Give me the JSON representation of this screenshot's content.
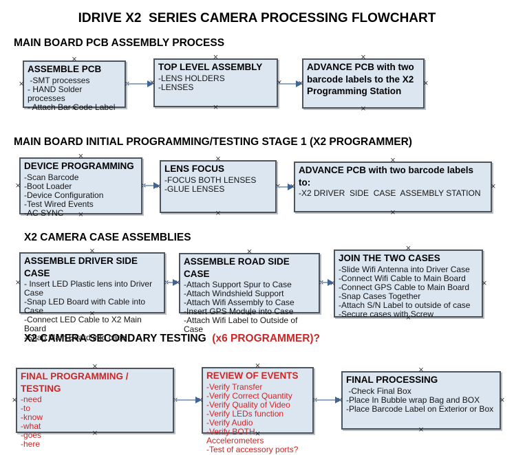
{
  "title": "IDRIVE X2  SERIES CAMERA PROCESSING FLOWCHART",
  "colors": {
    "box_fill": "#dce6f1",
    "box_border": "#4e545c",
    "accent_red": "#cc2626",
    "arrow_line": "#8fa8c8",
    "arrow_head": "#3f6496",
    "text": "#000000"
  },
  "icons": {
    "connector_handle": "×",
    "arrow_head": "▶"
  },
  "sections": [
    {
      "heading": "MAIN BOARD PCB ASSEMBLY PROCESS",
      "heading_red": "",
      "boxes": [
        {
          "title": "ASSEMBLE PCB",
          "items": [
            " -SMT processes",
            "- HAND Solder processes",
            "- Attach Bar Code Label"
          ]
        },
        {
          "title": "TOP LEVEL ASSEMBLY",
          "items": [
            "-LENS HOLDERS",
            "-LENSES"
          ]
        },
        {
          "title": "ADVANCE PCB with two barcode labels to the X2 Programming Station",
          "items": []
        }
      ]
    },
    {
      "heading": "MAIN BOARD INITIAL PROGRAMMING/TESTING STAGE 1 (X2 PROGRAMMER)",
      "heading_red": "",
      "boxes": [
        {
          "title": "DEVICE PROGRAMMING",
          "items": [
            "-Scan Barcode",
            "-Boot Loader",
            "-Device Configuration",
            "-Test Wired Events",
            "-AC SYNC"
          ]
        },
        {
          "title": "LENS FOCUS",
          "items": [
            "-FOCUS BOTH LENSES",
            "-GLUE LENSES"
          ]
        },
        {
          "title": "ADVANCE PCB with two barcode labels to:",
          "items": [
            "-X2 DRIVER  SIDE  CASE  ASSEMBLY STATION"
          ]
        }
      ]
    },
    {
      "heading": "X2 CAMERA CASE ASSEMBLIES",
      "heading_red": "",
      "boxes": [
        {
          "title": "ASSEMBLE DRIVER SIDE CASE",
          "items": [
            "- Insert LED Plastic lens into Driver Case",
            "-Snap LED Board with Cable into Case",
            "-Connect LED Cable to X2 Main Board",
            "-Snap Main Board into case"
          ]
        },
        {
          "title": "ASSEMBLE ROAD SIDE CASE",
          "items": [
            "-Attach Support Spur to Case",
            "-Attach Windshield Support",
            "-Attach Wifi Assembly to Case",
            "-Insert GPS Module into Case",
            "-Attach Wifi Label to Outside of Case"
          ]
        },
        {
          "title": "JOIN THE TWO CASES",
          "items": [
            "-Slide Wifi Antenna into Driver Case",
            "-Connect Wifi Cable to Main Board",
            "-Connect GPS Cable to Main Board",
            "-Snap Cases Together",
            "-Attach S/N Label to outside of case",
            "-Secure cases with Screw"
          ]
        }
      ]
    },
    {
      "heading": "X2 CAMERA SECONDARY TESTING  ",
      "heading_red": "(x6 PROGRAMMER)?",
      "boxes": [
        {
          "title": "FINAL PROGRAMMING / TESTING",
          "items": [
            "-need",
            "-to",
            "-know",
            "-what",
            "-goes",
            "-here"
          ]
        },
        {
          "title": "REVIEW OF EVENTS",
          "items": [
            "-Verify Transfer",
            "-Verify Correct Quantity",
            "-Verify Quality of Video",
            "-Verify LEDs function",
            "-Verify Audio",
            "-Verify BOTH Accelerometers",
            "-Test of accessory ports?"
          ]
        },
        {
          "title": "FINAL PROCESSING",
          "items": [
            " -Check Final Box",
            "-Place In Bubble wrap Bag and BOX",
            "-Place Barcode Label on Exterior or Box"
          ]
        }
      ]
    }
  ]
}
